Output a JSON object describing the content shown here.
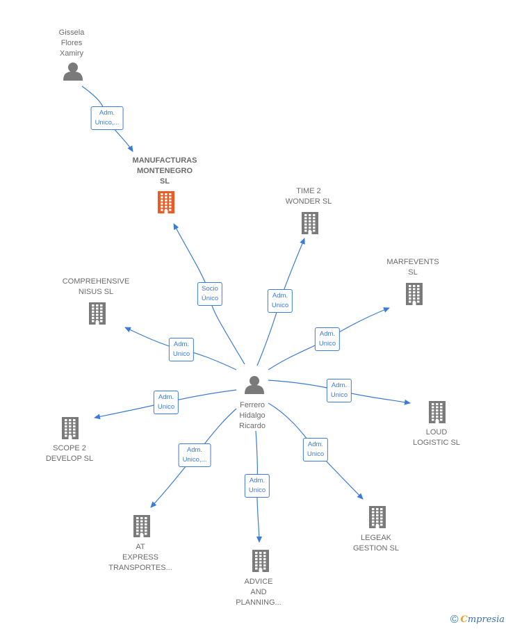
{
  "colors": {
    "edge": "#3a7bd5",
    "company": "#7a7a7a",
    "company_main": "#ee5a24",
    "person": "#7a7a7a"
  },
  "nodes": [
    {
      "id": "gissela",
      "type": "person",
      "label": "Gissela\nFlores\nXamiry"
    },
    {
      "id": "manufacturas",
      "type": "company_main",
      "label": "MANUFACTURAS\nMONTENEGRO\nSL"
    },
    {
      "id": "time2",
      "type": "company",
      "label": "TIME 2\nWONDER  SL"
    },
    {
      "id": "marfevents",
      "type": "company",
      "label": "MARFEVENTS\nSL"
    },
    {
      "id": "comprehensive",
      "type": "company",
      "label": "COMPREHENSIVE\nNISUS  SL"
    },
    {
      "id": "ferrero",
      "type": "person",
      "label": "Ferrero\nHidalgo\nRicardo"
    },
    {
      "id": "loud",
      "type": "company",
      "label": "LOUD\nLOGISTIC  SL"
    },
    {
      "id": "scope2",
      "type": "company",
      "label": "SCOPE 2\nDEVELOP  SL"
    },
    {
      "id": "legeak",
      "type": "company",
      "label": "LEGEAK\nGESTION  SL"
    },
    {
      "id": "atexpress",
      "type": "company",
      "label": "AT\nEXPRESS\nTRANSPORTES..."
    },
    {
      "id": "advice",
      "type": "company",
      "label": "ADVICE\nAND\nPLANNING..."
    }
  ],
  "edges": [
    {
      "from": "gissela",
      "to": "manufacturas",
      "label": "Adm.\nUnico,..."
    },
    {
      "from": "ferrero",
      "to": "manufacturas",
      "label": "Socio\nÚnico"
    },
    {
      "from": "ferrero",
      "to": "time2",
      "label": "Adm.\nUnico"
    },
    {
      "from": "ferrero",
      "to": "marfevents",
      "label": "Adm.\nUnico"
    },
    {
      "from": "ferrero",
      "to": "comprehensive",
      "label": "Adm.\nUnico"
    },
    {
      "from": "ferrero",
      "to": "loud",
      "label": "Adm.\nUnico"
    },
    {
      "from": "ferrero",
      "to": "scope2",
      "label": "Adm.\nUnico"
    },
    {
      "from": "ferrero",
      "to": "legeak",
      "label": "Adm.\nUnico"
    },
    {
      "from": "ferrero",
      "to": "atexpress",
      "label": "Adm.\nUnico,..."
    },
    {
      "from": "ferrero",
      "to": "advice",
      "label": "Adm.\nUnico"
    }
  ],
  "footer": {
    "copyright": "©",
    "brand_initial": "C",
    "brand_rest": "mpresia"
  }
}
